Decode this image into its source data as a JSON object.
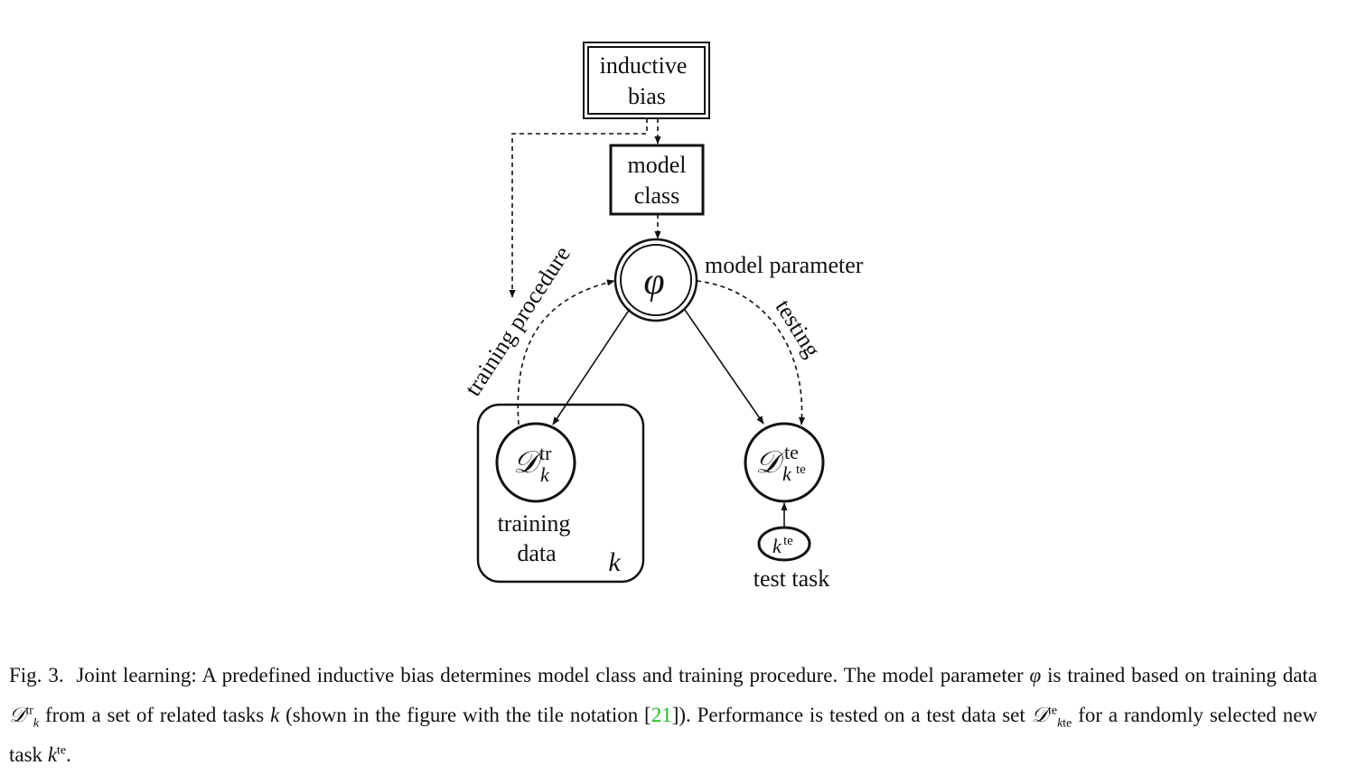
{
  "diagram": {
    "inductive_bias_line1": "inductive",
    "inductive_bias_line2": "bias",
    "model_class_line1": "model",
    "model_class_line2": "class",
    "param_symbol": "φ",
    "model_parameter_label": "model parameter",
    "training_procedure_label": "training procedure",
    "testing_label": "testing",
    "train_data_symbol": "𝒟",
    "train_data_sup": "tr",
    "train_data_sub": "k",
    "training_data_line1": "training",
    "training_data_line2": "data",
    "plate_index": "k",
    "test_data_symbol": "𝒟",
    "test_data_sup": "te",
    "test_data_sub": "k",
    "test_data_sub_sup": "te",
    "test_task_symbol": "k",
    "test_task_sup": "te",
    "test_task_label": "test task"
  },
  "caption": {
    "fig_label": "Fig. 3.",
    "p1": "Joint learning: A predefined inductive bias determines model class and training procedure. The model parameter",
    "phi": "φ",
    "p2": "is trained based on training data",
    "d": "𝒟",
    "tr": "tr",
    "k": "k",
    "p3": "from a set of related tasks",
    "p4": "(shown in the figure with the tile notation [",
    "cite": "21",
    "p5": "]). Performance is tested on a test data set",
    "te": "te",
    "p6": "for a randomly selected new task",
    "end": "."
  }
}
